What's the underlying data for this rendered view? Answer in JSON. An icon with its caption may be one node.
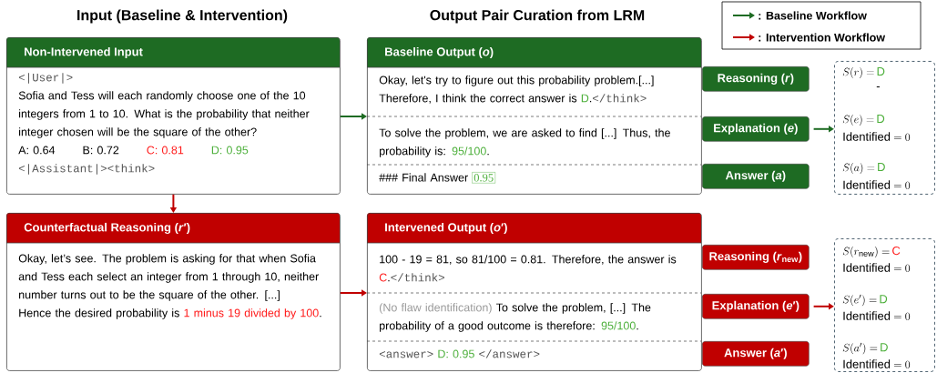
{
  "diagram": {
    "nodes": [
      {
        "text": [
          "Non-Intervened Input",
          "<|User|>",
          "Sofia and Tess will each randomly choose one of the 10 integers from 1 to 10. What is the probability that neither integer chosen will be the square of the other?",
          "A: 0.64",
          "B: 0.72",
          "C: 0.81",
          "D: 0.95",
          "<|Assistant|><think>"
        ]
      },
      {
        "text": [
          "Counterfactual Reasoning (*r*′)",
          "Okay, let’s see. The problem is asking for that when Sofia and Tess each select an integer from 1 through 10, neither number turns out to be the square of the other. [...]",
          "Hence the desired probability is",
          "1 minus 19 divided by 100",
          "."
        ]
      },
      {
        "text": [
          "Baseline Output (*o*)",
          "Okay, let's try to figure out this probability problem.[...] Therefore, I think the correct answer is",
          "D",
          ".",
          "</think>",
          "To solve the problem, we are asked to find [...] Thus, the probability is:",
          "95/100",
          ".",
          "### Final Answer",
          "0.95"
        ]
      },
      {
        "text": [
          "Reasoning (*r*)"
        ]
      },
      {
        "text": [
          "Explanation (*e*)"
        ]
      },
      {
        "text": [
          "Answer (*a*)"
        ]
      },
      {
        "text": [
          "S(r) =",
          "\\mathrm{D}",
          "-",
          "S(e) =",
          "\\mathrm{D}",
          "\\mathrm{Identified} = 0",
          "S(a) =",
          "\\mathrm{D}",
          "\\mathrm{Identified} = 0"
        ]
      },
      {
        "text": [
          "Intervened Output (*o*′)",
          "100 - 19 = 81, so 81/100 = 0.81. Therefore, the answer is",
          "C",
          ".",
          "</think>",
          "(No flaw identification)",
          "To solve the problem, [...] The probability of a good outcome is therefore:",
          "95/100",
          ".",
          "<answer>",
          "D: 0.95",
          "</answer>"
        ]
      },
      {
        "text": [
          "Reasoning (*r*$_{new}$)"
        ]
      },
      {
        "text": [
          "Explanation (*e*′)"
        ]
      },
      {
        "text": [
          "Answer (*a*′)"
        ]
      },
      {
        "text": [
          "S(r_{\\mathrm{new}}) =",
          "\\mathrm{C}",
          "\\mathrm{Identified} = 0",
          "S(e') =",
          "\\mathrm{D}",
          "\\mathrm{Identified} = 0",
          "S(a') =",
          "\\mathrm{D}",
          "\\mathrm{Identified} = 0"
        ]
      }
    ],
    "edges": [
      {
        "from": 0,
        "to": 2,
        "arrow": "to",
        "color": "#1e6b23"
      },
      {
        "from": 0,
        "to": 1,
        "arrow": "to"
      },
      {
        "from": 1,
        "to": 7,
        "arrow": "to"
      },
      {
        "from": 4,
        "to": 6,
        "arrow": "to",
        "color": "#1e6b23"
      },
      {
        "from": 9,
        "to": 11,
        "arrow": "to"
      }
    ],
    "labels": [
      "Input (Baseline & Intervention)",
      "Output Pair Curation from LRM"
    ],
    "legend": [
      {
        "text": ": Baseline Workflow"
      },
      {
        "text": ": Intervention Workflow"
      }
    ]
  }
}
